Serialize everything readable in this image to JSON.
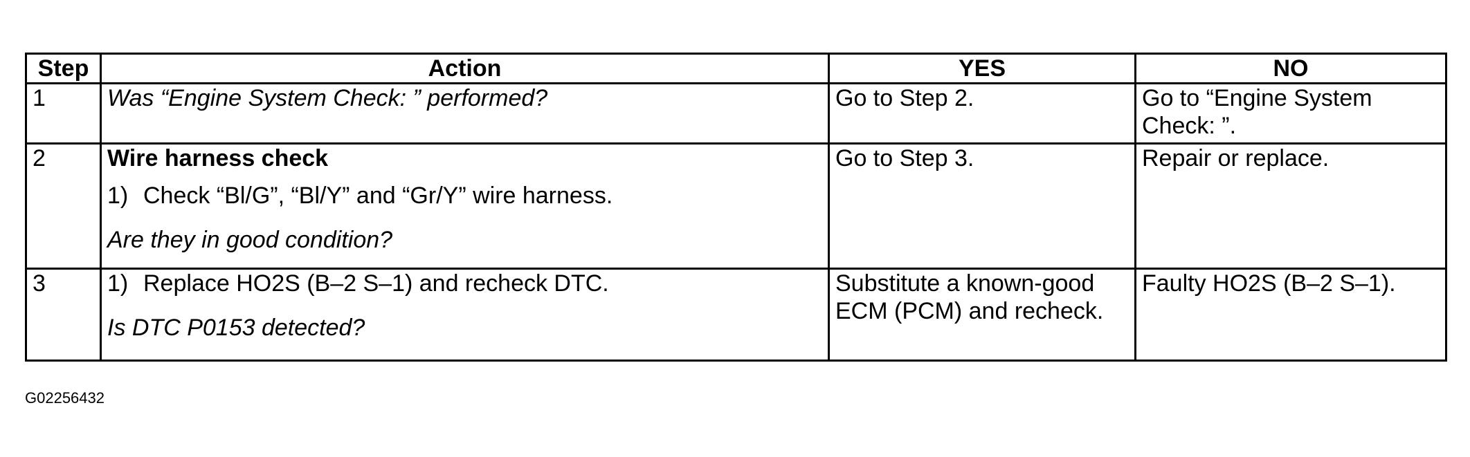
{
  "table": {
    "headers": {
      "step": "Step",
      "action": "Action",
      "yes": "YES",
      "no": "NO"
    },
    "rows": [
      {
        "step": "1",
        "action_question": "Was “Engine System Check: ” performed?",
        "yes": "Go to Step 2.",
        "no": "Go to “Engine System Check: ”."
      },
      {
        "step": "2",
        "action_title": "Wire harness check",
        "action_item_num": "1)",
        "action_item_text": "Check “Bl/G”, “Bl/Y” and “Gr/Y” wire harness.",
        "action_question": "Are they in good condition?",
        "yes": "Go to Step 3.",
        "no": "Repair or replace."
      },
      {
        "step": "3",
        "action_item_num": "1)",
        "action_item_text": "Replace HO2S (B–2 S–1) and recheck DTC.",
        "action_question": "Is DTC P0153 detected?",
        "yes": "Substitute a known-good ECM (PCM) and recheck.",
        "no": "Faulty HO2S (B–2 S–1)."
      }
    ]
  },
  "figure_id": "G02256432"
}
